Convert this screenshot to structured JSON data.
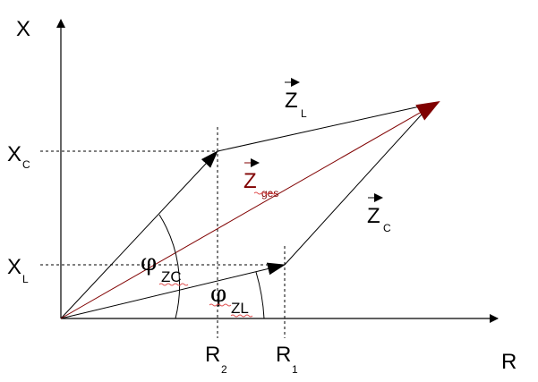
{
  "axes": {
    "x_axis_label": "R",
    "y_axis_label": "X"
  },
  "ticks": {
    "xc": {
      "main": "X",
      "sub": "C"
    },
    "xl": {
      "main": "X",
      "sub": "L"
    },
    "r2": {
      "main": "R",
      "sub": "2"
    },
    "r1": {
      "main": "R",
      "sub": "1"
    }
  },
  "vectors": {
    "zl": {
      "main": "Z",
      "sub": "L"
    },
    "zc": {
      "main": "Z",
      "sub": "C"
    },
    "zges": {
      "main": "Z",
      "sub": "ges"
    }
  },
  "angles": {
    "phi_zc": {
      "symbol": "φ",
      "sub": "ZC"
    },
    "phi_zl": {
      "symbol": "φ",
      "sub": "ZL"
    }
  },
  "colors": {
    "lines": "#000000",
    "resultant": "#800000"
  }
}
